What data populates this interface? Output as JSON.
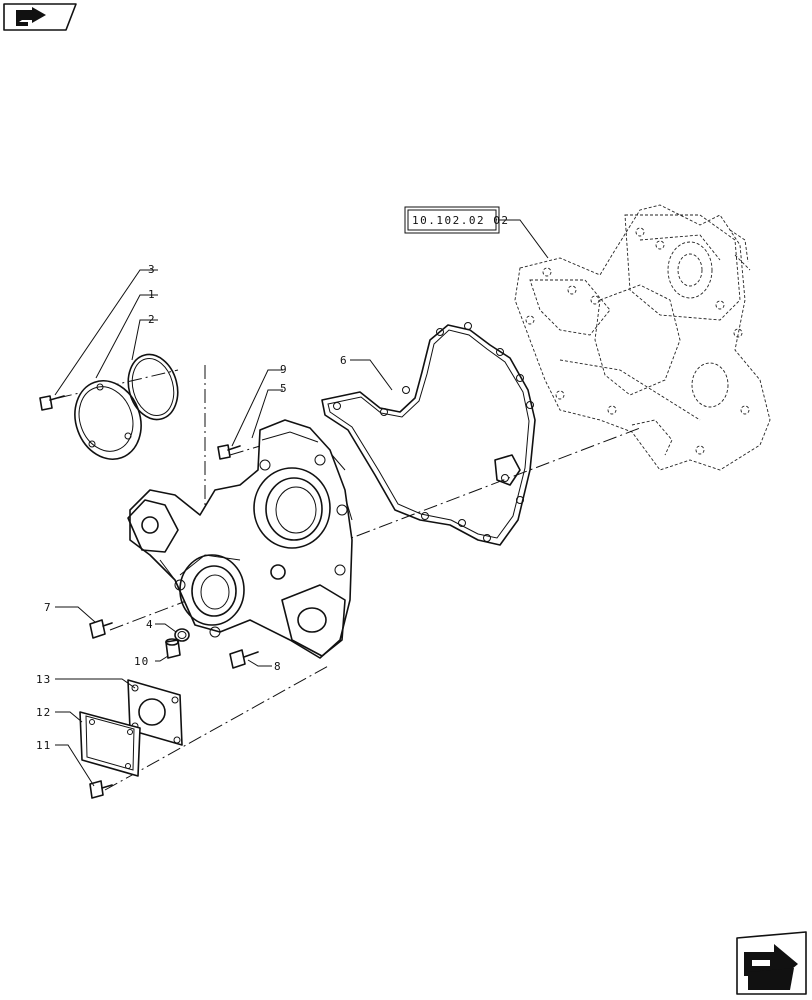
{
  "reference": {
    "label": "10.102.02 02"
  },
  "callouts": [
    "1",
    "2",
    "3",
    "4",
    "5",
    "6",
    "7",
    "8",
    "9",
    "10",
    "11",
    "12",
    "13"
  ],
  "icons": {
    "top_left": "book-arrow-icon",
    "bottom_right": "next-page-arrow-icon"
  }
}
